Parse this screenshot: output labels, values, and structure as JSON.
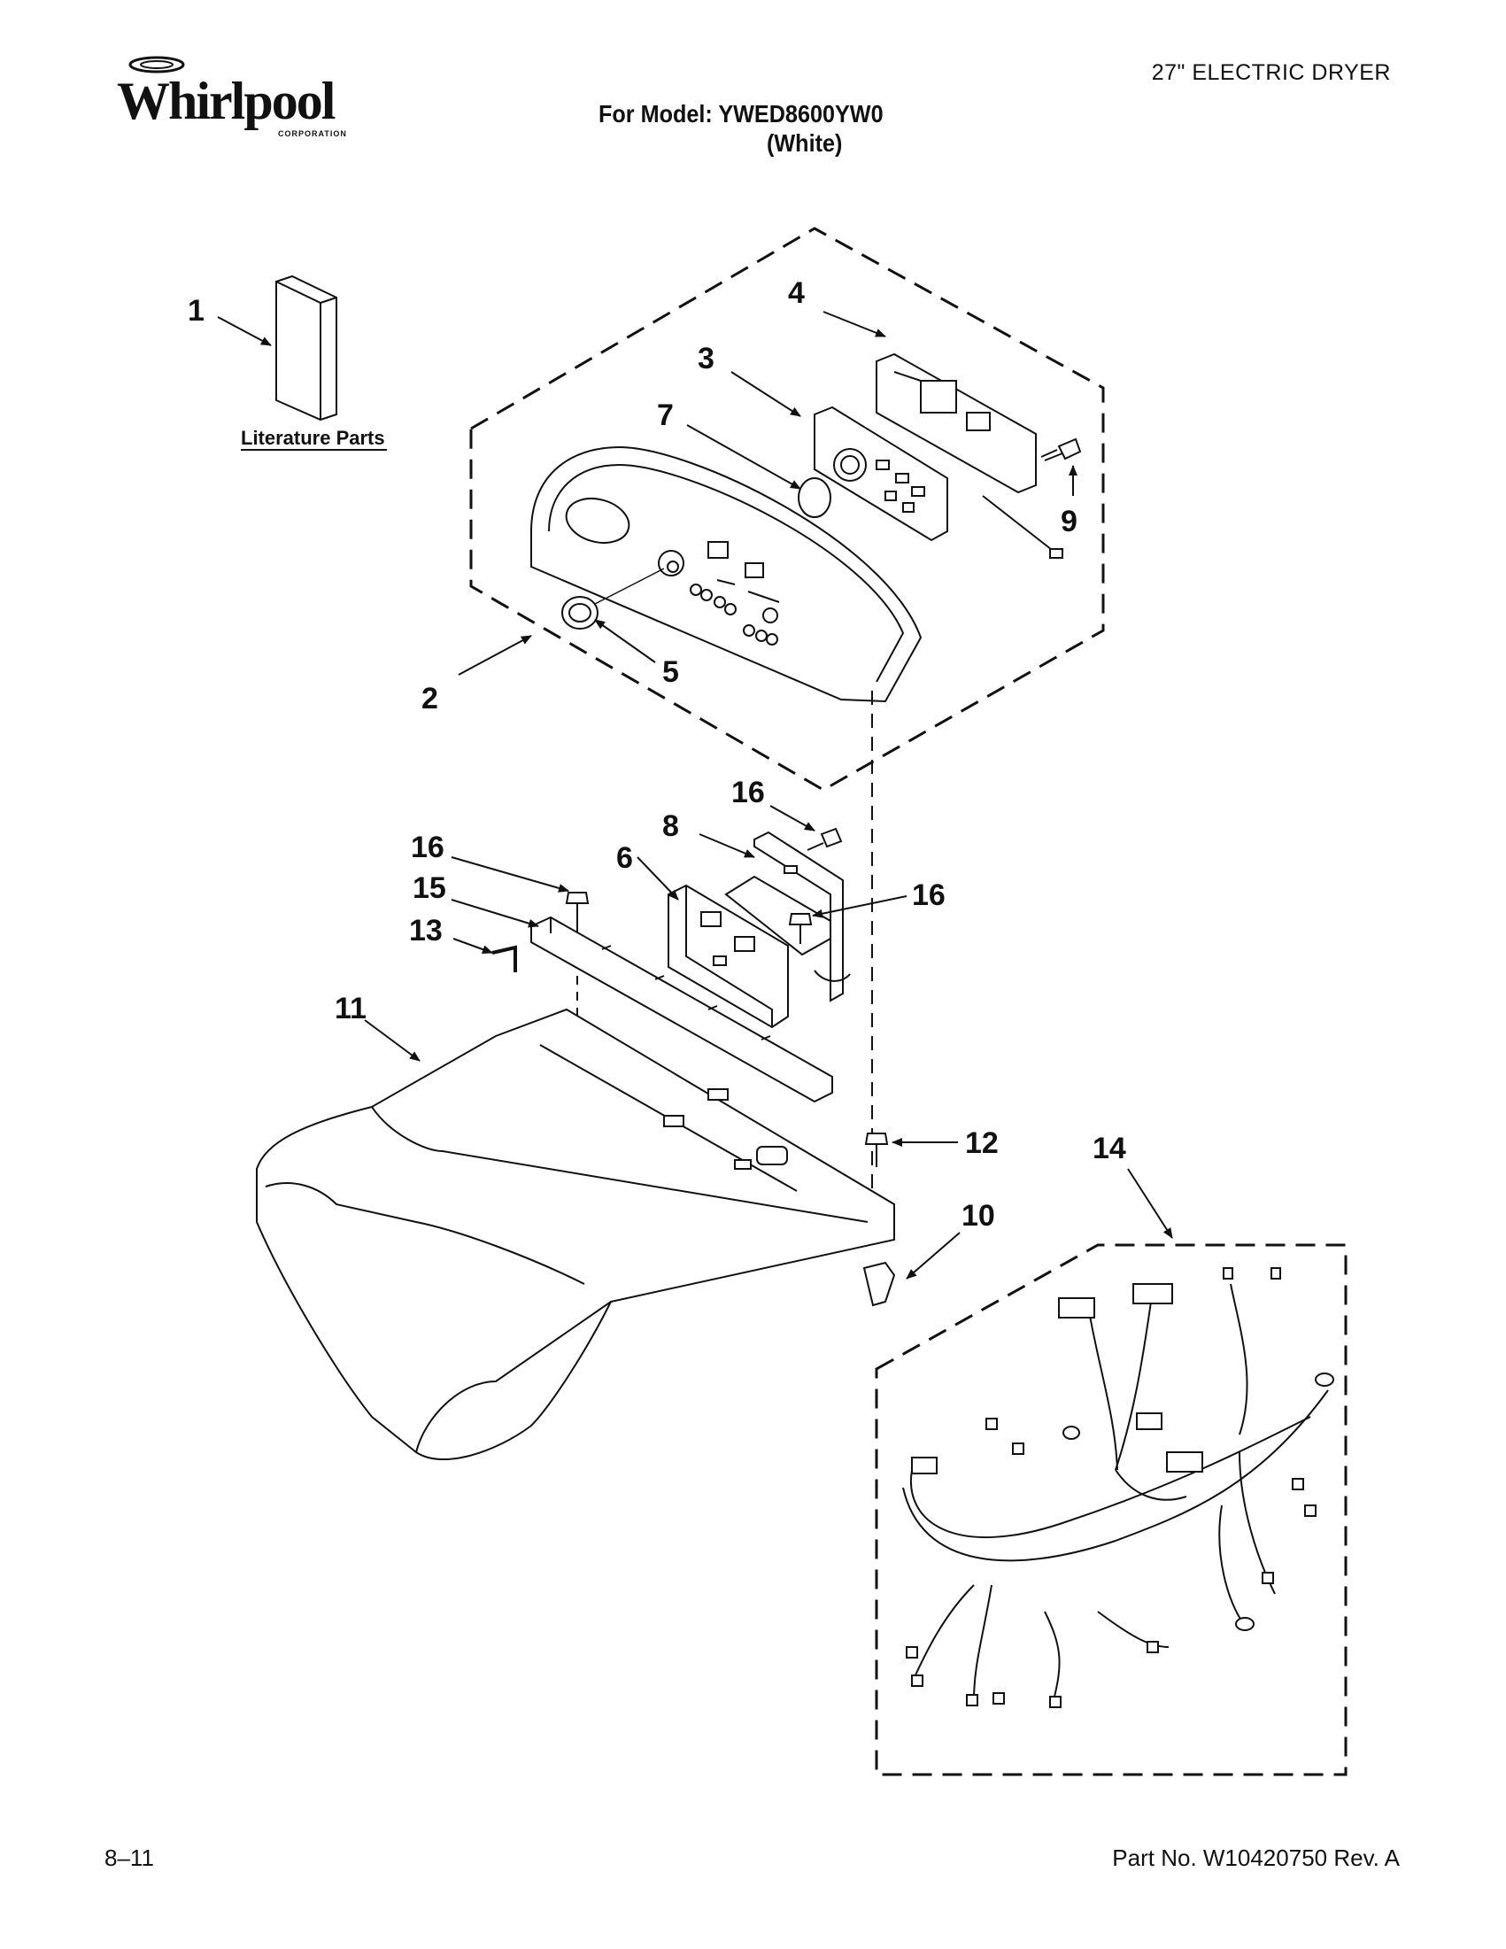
{
  "header": {
    "brand": "Whirlpool",
    "brand_sub": "CORPORATION",
    "appliance_type": "27\" ELECTRIC DRYER",
    "model_line": "For Model: YWED8600YW0",
    "color_line": "(White)"
  },
  "diagram": {
    "literature_label": "Literature Parts",
    "callouts": [
      {
        "id": "c1",
        "label": "1"
      },
      {
        "id": "c2",
        "label": "2"
      },
      {
        "id": "c3",
        "label": "3"
      },
      {
        "id": "c4",
        "label": "4"
      },
      {
        "id": "c5",
        "label": "5"
      },
      {
        "id": "c6",
        "label": "6"
      },
      {
        "id": "c7",
        "label": "7"
      },
      {
        "id": "c8",
        "label": "8"
      },
      {
        "id": "c9",
        "label": "9"
      },
      {
        "id": "c10",
        "label": "10"
      },
      {
        "id": "c11",
        "label": "11"
      },
      {
        "id": "c12",
        "label": "12"
      },
      {
        "id": "c13",
        "label": "13"
      },
      {
        "id": "c14",
        "label": "14"
      },
      {
        "id": "c15",
        "label": "15"
      },
      {
        "id": "c16a",
        "label": "16"
      },
      {
        "id": "c16b",
        "label": "16"
      },
      {
        "id": "c16c",
        "label": "16"
      }
    ]
  },
  "footer": {
    "date_code": "8–11",
    "part_number": "Part No. W10420750 Rev. A"
  }
}
